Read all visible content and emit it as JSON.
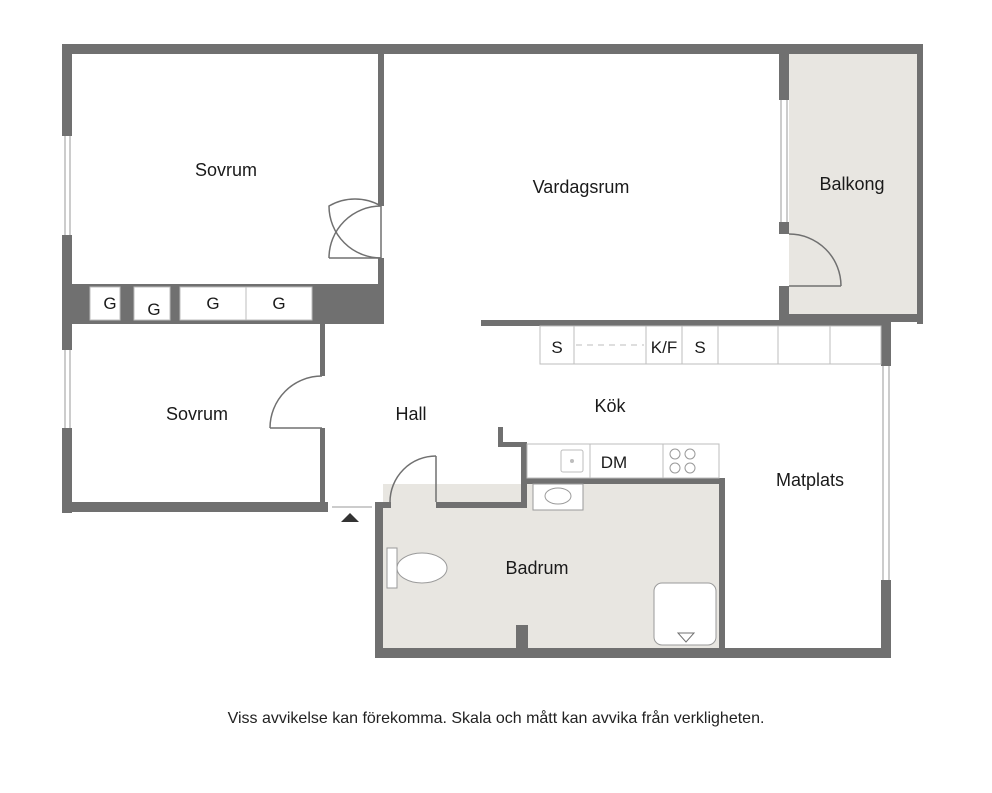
{
  "rooms": {
    "sovrum_top": "Sovrum",
    "vardagsrum": "Vardagsrum",
    "balkong": "Balkong",
    "sovrum_bottom": "Sovrum",
    "hall": "Hall",
    "kok": "Kök",
    "matplats": "Matplats",
    "badrum": "Badrum"
  },
  "fixtures": {
    "wardrobe_1": "G",
    "wardrobe_2": "G",
    "wardrobe_3": "G",
    "wardrobe_4": "G",
    "storage_left": "S",
    "fridge_freezer": "K/F",
    "storage_right": "S",
    "dishwasher": "DM"
  },
  "disclaimer": "Viss avvikelse kan förekomma. Skala och mått kan avvika från verkligheten.",
  "colors": {
    "wall": "#707070",
    "wet_room_floor": "#e8e6e1",
    "balcony_floor": "#e8e6e1",
    "fixture_line": "#bdbdbd"
  },
  "icons": {
    "entrance": "entrance-arrow-icon"
  }
}
